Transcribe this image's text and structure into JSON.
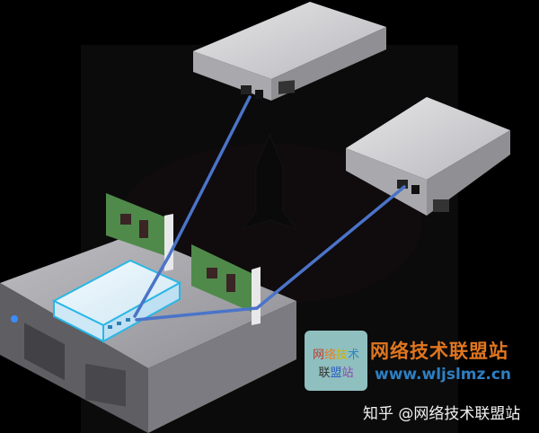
{
  "diagram": {
    "description": "Isometric network diagram: a server with two network interface cards and a virtual switch on top, each NIC uplinked by blue cables to one of two physical switches",
    "nodes": [
      {
        "id": "physical-switch-1",
        "type": "physical switch",
        "label": ""
      },
      {
        "id": "physical-switch-2",
        "type": "physical switch",
        "label": ""
      },
      {
        "id": "nic-1",
        "type": "network interface card",
        "label": ""
      },
      {
        "id": "nic-2",
        "type": "network interface card",
        "label": ""
      },
      {
        "id": "virtual-switch",
        "type": "virtual switch",
        "label": ""
      },
      {
        "id": "server",
        "type": "server chassis",
        "label": ""
      }
    ],
    "edges": [
      {
        "from": "virtual-switch",
        "to": "nic-1"
      },
      {
        "from": "virtual-switch",
        "to": "nic-2"
      },
      {
        "from": "nic-1",
        "to": "physical-switch-1"
      },
      {
        "from": "nic-2",
        "to": "physical-switch-2"
      }
    ],
    "colors": {
      "background": "#000000",
      "cable": "#4a74c9",
      "switch_body": "#c9c9cc",
      "nic_board": "#4f8a4a",
      "vswitch_outline": "#2ab7e6",
      "server_body": "#9a9aa0"
    }
  },
  "watermark": {
    "logo_line1_chars": [
      "网",
      "络",
      "技",
      "术"
    ],
    "logo_line2_chars": [
      "联",
      "盟",
      "站"
    ],
    "logo_line1_colors": [
      "#c0392b",
      "#e67e22",
      "#e6c200",
      "#2e86c1"
    ],
    "logo_line2_colors": [
      "#333333",
      "#2e5cc1",
      "#8e44ad"
    ],
    "title": "网络技术联盟站",
    "url": "www.wljslmz.cn",
    "credit": "知乎 @网络技术联盟站"
  }
}
